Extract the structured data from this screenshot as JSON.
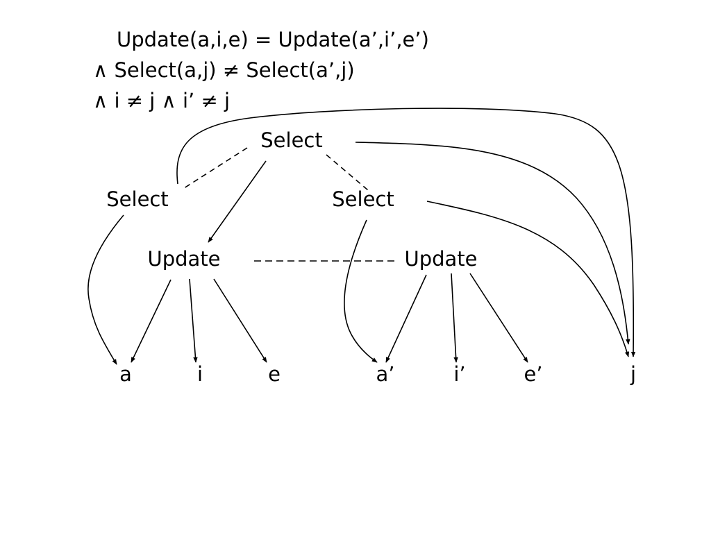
{
  "formula": {
    "line1": "Update(a,i,e) = Update(a’,i’,e’)",
    "line2": "∧ Select(a,j) ≠ Select(a’,j)",
    "line3": "∧ i ≠ j ∧ i’ ≠ j"
  },
  "nodes": {
    "select_top": "Select",
    "select_left": "Select",
    "select_right": "Select",
    "update_left": "Update",
    "update_right": "Update",
    "leaf_a": "a",
    "leaf_i": "i",
    "leaf_e": "e",
    "leaf_a_prime": "a’",
    "leaf_i_prime": "i’",
    "leaf_e_prime": "e’",
    "leaf_j": "j"
  },
  "colors": {
    "ink": "#000000",
    "background": "#ffffff"
  }
}
